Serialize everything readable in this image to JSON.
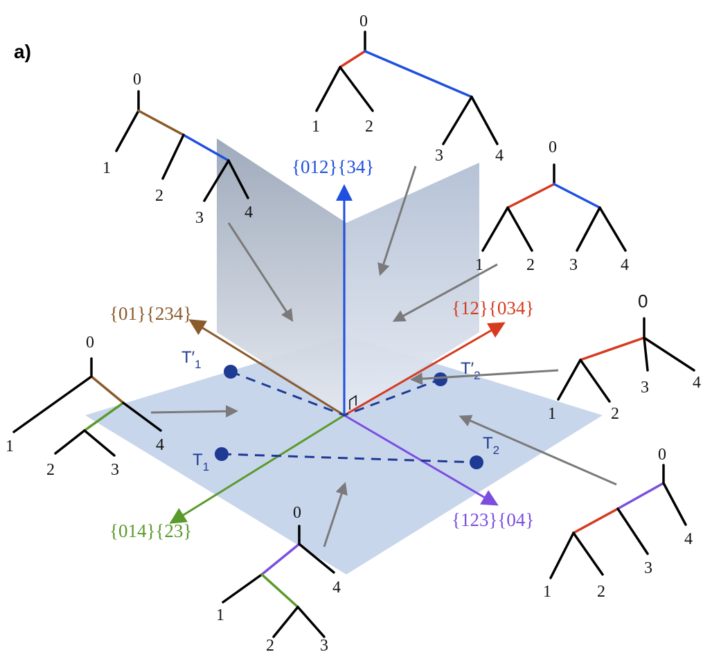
{
  "figure_label": "a)",
  "axes": {
    "vertical": {
      "label": "{012}{34}",
      "color": "#1f4fe0"
    },
    "brown": {
      "label": "{01}{234}",
      "color": "#8b5a2b"
    },
    "red": {
      "label": "{12}{034}",
      "color": "#d63a1f"
    },
    "green": {
      "label": "{014}{23}",
      "color": "#5a9a2b"
    },
    "purple": {
      "label": "{123}{04}",
      "color": "#7b4ee0"
    }
  },
  "points": {
    "t1": {
      "base": "T",
      "sub": "1"
    },
    "t2": {
      "base": "T",
      "sub": "2"
    },
    "t1p": {
      "base": "T′",
      "sub": "1"
    },
    "t2p": {
      "base": "T′",
      "sub": "2"
    }
  },
  "trees": {
    "top": {
      "root": "0",
      "leaves": [
        "1",
        "2",
        "3",
        "4"
      ]
    },
    "upper_left": {
      "root": "0",
      "leaves": [
        "1",
        "2",
        "3",
        "4"
      ]
    },
    "right_upper": {
      "root": "0",
      "leaves": [
        "1",
        "2",
        "3",
        "4"
      ]
    },
    "right_mid": {
      "root": "0",
      "leaves": [
        "1",
        "2",
        "3",
        "4"
      ]
    },
    "left": {
      "root": "0",
      "leaves": [
        "1",
        "2",
        "3",
        "4"
      ]
    },
    "bottom": {
      "root": "0",
      "leaves": [
        "1",
        "2",
        "3",
        "4"
      ]
    },
    "bottom_right": {
      "root": "0",
      "leaves": [
        "1",
        "2",
        "3",
        "4"
      ]
    }
  }
}
